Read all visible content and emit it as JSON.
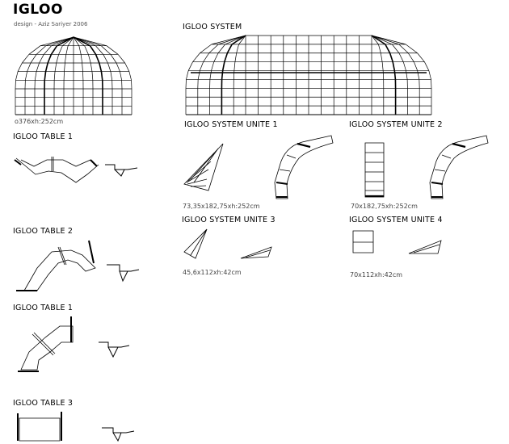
{
  "header": {
    "title": "IGLOO",
    "credit": "design - Aziz Sariyer 2006"
  },
  "igloo": {
    "dimension": "o376xh:252cm"
  },
  "system": {
    "label": "IGLOO SYSTEM"
  },
  "units": {
    "u1": {
      "label": "IGLOO SYSTEM UNITE 1",
      "dimension": "73,35x182,75xh:252cm"
    },
    "u2": {
      "label": "IGLOO SYSTEM UNITE 2",
      "dimension": "70x182,75xh:252cm"
    },
    "u3": {
      "label": "IGLOO SYSTEM UNITE 3",
      "dimension": "45,6x112xh:42cm"
    },
    "u4": {
      "label": "IGLOO SYSTEM UNITE 4",
      "dimension": "70x112xh:42cm"
    }
  },
  "tables": [
    {
      "label": "IGLOO TABLE 1"
    },
    {
      "label": "IGLOO TABLE 2"
    },
    {
      "label": "IGLOO TABLE 1"
    },
    {
      "label": "IGLOO TABLE 3"
    }
  ]
}
